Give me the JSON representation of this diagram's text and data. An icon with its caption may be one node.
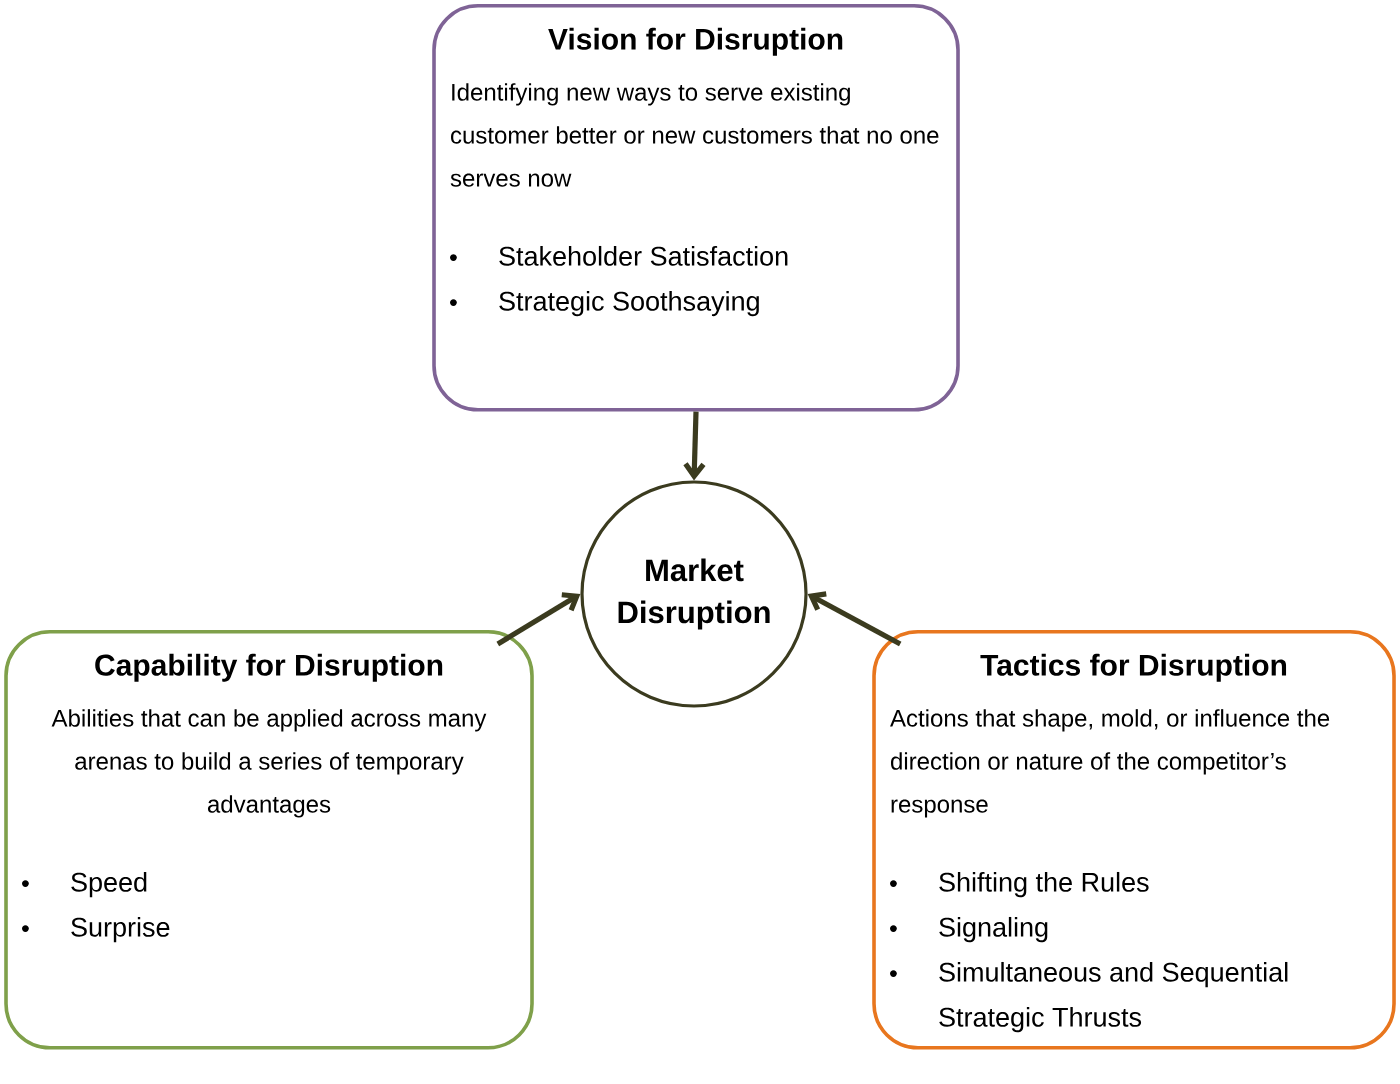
{
  "diagram": {
    "nodes": [
      {
        "text": [
          "Vision for Disruption",
          "Identifying new ways to serve existing customer better or new customers that no one serves now",
          "Stakeholder Satisfaction",
          "Strategic Soothsaying"
        ]
      },
      {
        "text": [
          "Market Disruption"
        ]
      },
      {
        "text": [
          "Capability for Disruption",
          "Abilities that can be applied across many arenas to build a series of temporary advantages",
          "Speed",
          "Surprise"
        ]
      },
      {
        "text": [
          "Tactics for Disruption",
          "Actions that shape, mold, or influence the direction or nature of the competitor’s response",
          "Shifting the Rules",
          "Signaling",
          "Simultaneous and Sequential Strategic Thrusts"
        ]
      }
    ],
    "edges": [
      {
        "from": 0,
        "to": 1,
        "arrow": "to"
      },
      {
        "from": 2,
        "to": 1,
        "arrow": "to"
      },
      {
        "from": 3,
        "to": 1,
        "arrow": "to"
      }
    ]
  }
}
